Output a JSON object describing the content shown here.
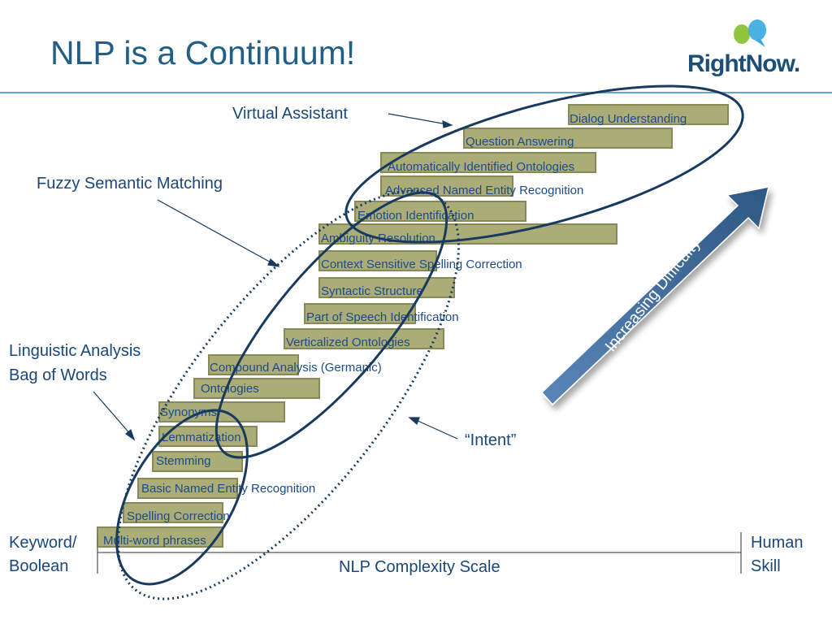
{
  "title": "NLP is a Continuum!",
  "logo": {
    "text": "RightNow."
  },
  "skills": [
    "Dialog Understanding",
    "Question Answering",
    "Automatically Identified Ontologies",
    "Advanced Named Entity Recognition",
    "Emotion Identification",
    "Ambiguity Resolution",
    "Context Sensitive Spelling Correction",
    "Syntactic Structure",
    "Part of Speech Identification",
    "Verticalized Ontologies",
    "Compound Analysis (Germanic)",
    "Ontologies",
    "Synonyms",
    "Lemmatization",
    "Stemming",
    "Basic Named Entity Recognition",
    "Spelling Correction",
    "Multi-word phrases"
  ],
  "callouts": {
    "virtual_assistant": "Virtual Assistant",
    "fuzzy_semantic_matching": "Fuzzy Semantic Matching",
    "linguistic_analysis": "Linguistic Analysis",
    "bag_of_words": "Bag of Words",
    "intent": "“Intent”"
  },
  "arrow": {
    "label": "Increasing Difficulty"
  },
  "scale": {
    "left_line1": "Keyword/",
    "left_line2": "Boolean",
    "center": "NLP Complexity Scale",
    "right_line1": "Human",
    "right_line2": "Skill"
  },
  "colors": {
    "title": "#1f5f88",
    "bar_fill": "#a3a46a",
    "ellipse": "#173a5e",
    "arrow": "#3d6a98"
  }
}
